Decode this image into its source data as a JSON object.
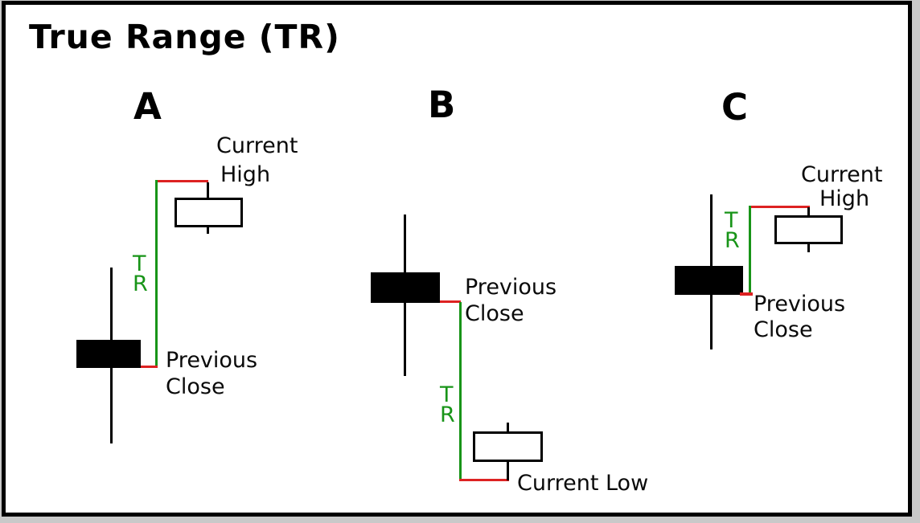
{
  "title": "True Range (TR)",
  "colors": {
    "tr_line_green": "#189418",
    "range_marker_red": "#dd2222",
    "candle_black": "#000000",
    "background": "#ffffff"
  },
  "panels": [
    {
      "label": "A",
      "tr_label": "TR",
      "top_annotation_line1": "Current",
      "top_annotation_line2": "High",
      "bottom_annotation_line1": "Previous",
      "bottom_annotation_line2": "Close"
    },
    {
      "label": "B",
      "tr_label": "TR",
      "top_annotation_line1": "Previous",
      "top_annotation_line2": "Close",
      "bottom_annotation": "Current Low"
    },
    {
      "label": "C",
      "tr_label": "TR",
      "top_annotation_line1": "Current",
      "top_annotation_line2": "High",
      "bottom_annotation_line1": "Previous",
      "bottom_annotation_line2": "Close"
    }
  ]
}
